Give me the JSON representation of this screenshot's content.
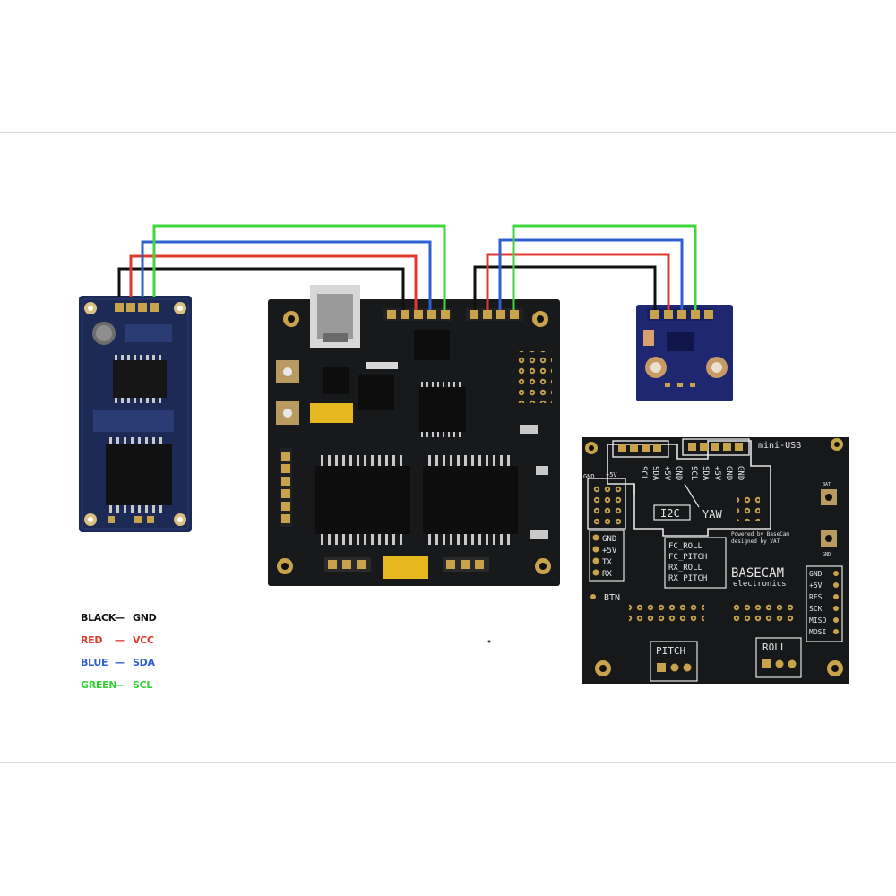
{
  "legend": [
    {
      "color_name": "BLACK",
      "dash": "—",
      "signal": "GND",
      "color": "#111111"
    },
    {
      "color_name": "RED",
      "dash": "—",
      "signal": "VCC",
      "color": "#e03a2f"
    },
    {
      "color_name": "BLUE",
      "dash": "—",
      "signal": "SDA",
      "color": "#2f5fd0"
    },
    {
      "color_name": "GREEN",
      "dash": "—",
      "signal": "SCL",
      "color": "#2fd02f"
    }
  ],
  "wire_colors": {
    "gnd": "#111111",
    "vcc": "#e03a2f",
    "sda": "#2f5fd0",
    "scl": "#3fd63f"
  },
  "controller_board": {
    "labels": {
      "i2c": "I2C",
      "yaw": "YAW",
      "mini_usb": "mini-USB",
      "brand": "BASECAM",
      "brand_sub": "electronics",
      "btn": "BTN",
      "pitch": "PITCH",
      "roll": "ROLL",
      "powered_by": "Powered by BaseCam",
      "designed_by": "designed by VAT"
    },
    "uart_pins": [
      "GND",
      "+5V",
      "TX",
      "RX"
    ],
    "fc_labels": [
      "FC_ROLL",
      "FC_PITCH",
      "RX_ROLL",
      "RX_PITCH"
    ],
    "spi_pins": [
      "GND",
      "+5V",
      "RES",
      "SCK",
      "MISO",
      "MOSI"
    ],
    "i2c_pins": [
      "SCL",
      "SDA",
      "+5V",
      "GND"
    ],
    "yaw_pins": [
      "SCL",
      "SDA",
      "+5V",
      "GND",
      "GND"
    ],
    "bat_labels": [
      "BAT",
      "GND"
    ]
  }
}
